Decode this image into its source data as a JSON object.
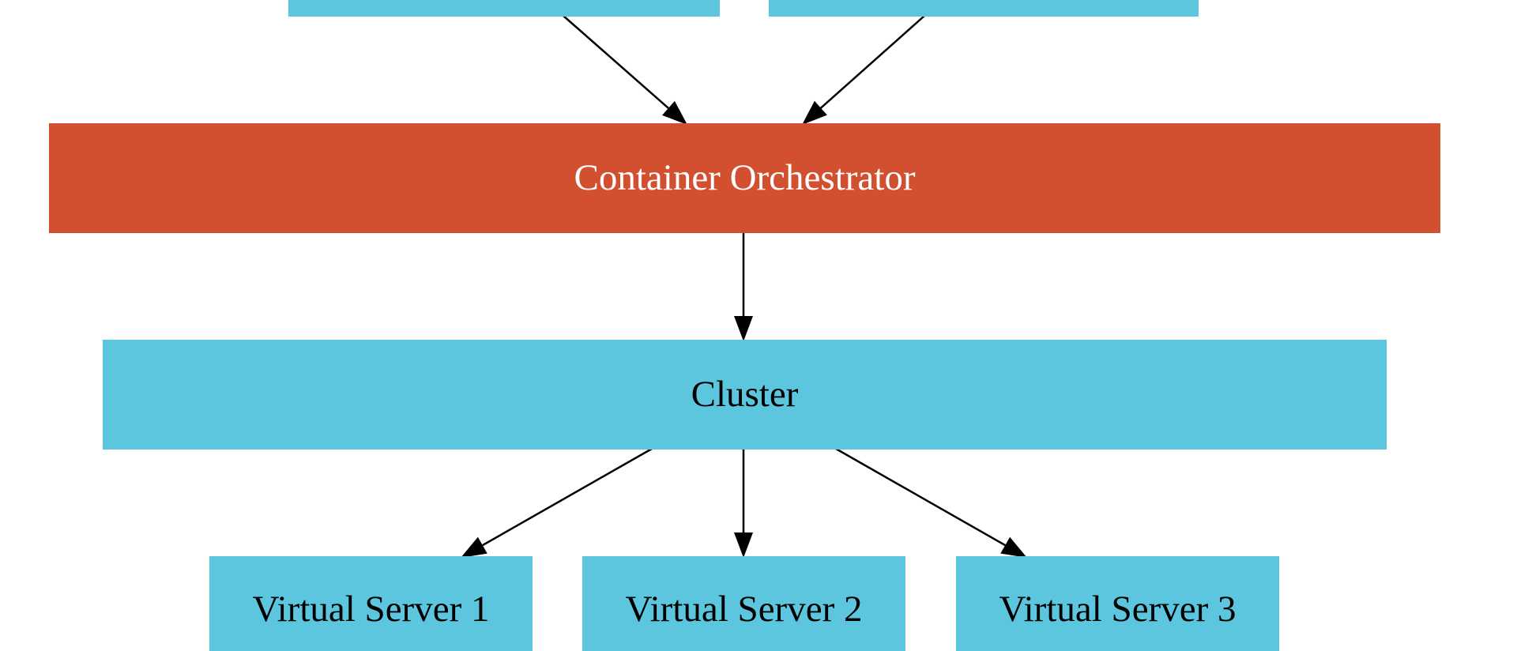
{
  "colors": {
    "node_fill": "#5bc6de",
    "orchestrator_fill": "#d24f2f",
    "orchestrator_text": "#ffffff",
    "node_text": "#000000",
    "edge": "#000000",
    "background": "#ffffff"
  },
  "nodes": {
    "top_left": {
      "label": ""
    },
    "top_right": {
      "label": ""
    },
    "orchestrator": {
      "label": "Container Orchestrator"
    },
    "cluster": {
      "label": "Cluster"
    },
    "server_1": {
      "label": "Virtual Server 1"
    },
    "server_2": {
      "label": "Virtual Server 2"
    },
    "server_3": {
      "label": "Virtual Server 3"
    }
  },
  "edges": [
    {
      "from": "top_left",
      "to": "orchestrator"
    },
    {
      "from": "top_right",
      "to": "orchestrator"
    },
    {
      "from": "orchestrator",
      "to": "cluster"
    },
    {
      "from": "cluster",
      "to": "server_1"
    },
    {
      "from": "cluster",
      "to": "server_2"
    },
    {
      "from": "cluster",
      "to": "server_3"
    }
  ]
}
